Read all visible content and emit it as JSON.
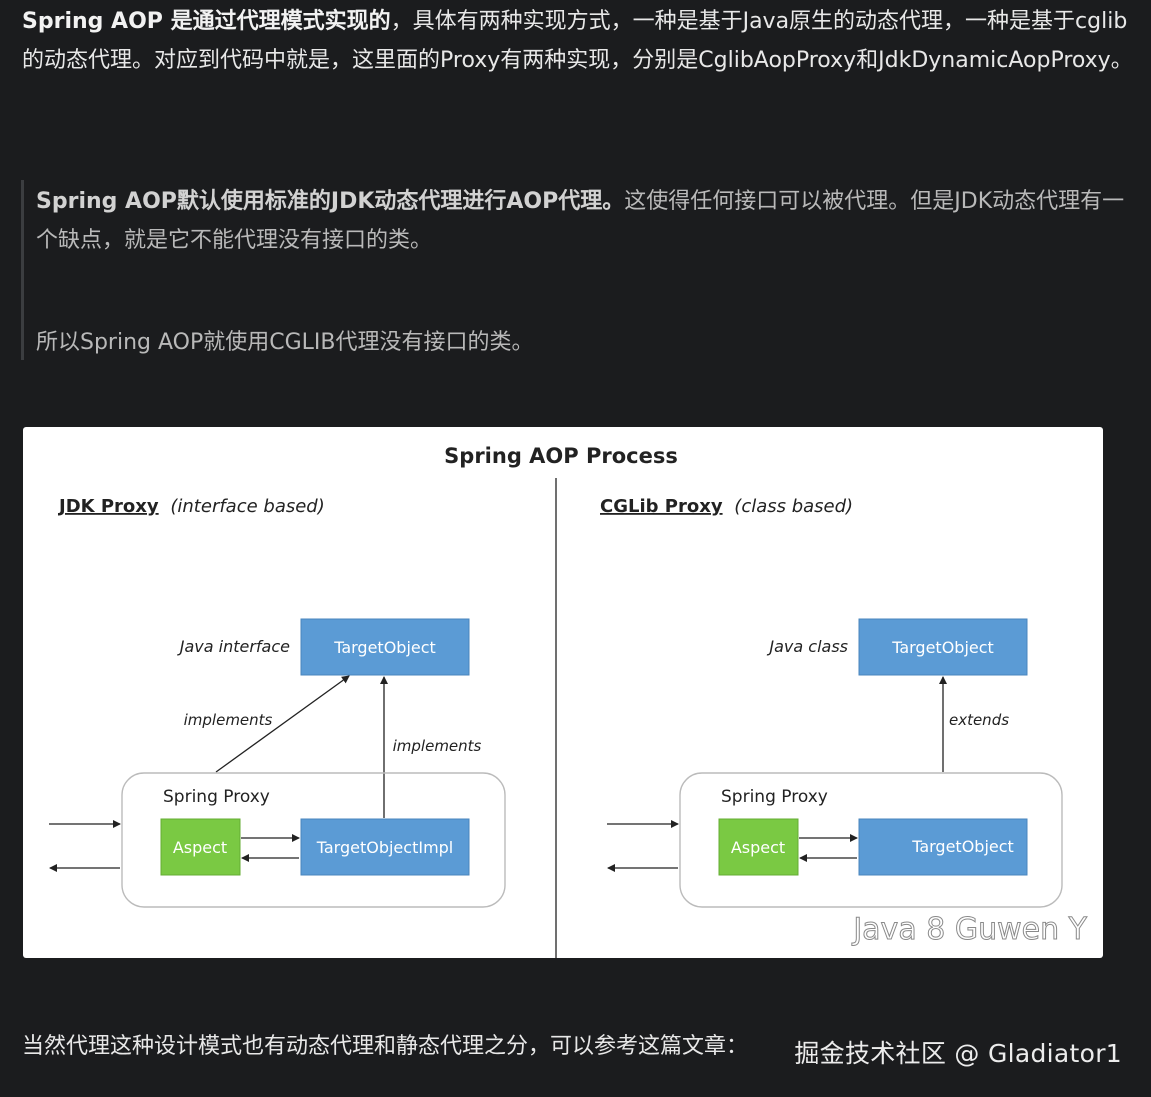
{
  "intro": {
    "bold": "Spring AOP 是通过代理模式实现的",
    "rest": "，具体有两种实现方式，一种是基于Java原生的动态代理，一种是基于cglib的动态代理。对应到代码中就是，这里面的Proxy有两种实现，分别是CglibAopProxy和JdkDynamicAopProxy。"
  },
  "quote": {
    "bold": "Spring AOP默认使用标准的JDK动态代理进行AOP代理。",
    "rest": "这使得任何接口可以被代理。但是JDK动态代理有一个缺点，就是它不能代理没有接口的类。",
    "second": "所以Spring AOP就使用CGLIB代理没有接口的类。"
  },
  "diagram": {
    "title": "Spring AOP Process",
    "left": {
      "heading": "JDK Proxy",
      "subheading": "(interface based)",
      "interface_label": "Java interface",
      "target_box": "TargetObject",
      "arrow_label_diag": "implements",
      "arrow_label_vert": "implements",
      "proxy_label": "Spring Proxy",
      "aspect_box": "Aspect",
      "impl_box": "TargetObjectImpl"
    },
    "right": {
      "heading": "CGLib Proxy",
      "subheading": "(class based)",
      "class_label": "Java class",
      "target_box": "TargetObject",
      "arrow_label": "extends",
      "proxy_label": "Spring Proxy",
      "aspect_box": "Aspect",
      "inner_box": "TargetObject"
    },
    "watermark": "Java 8 Guwen Y",
    "colors": {
      "blue_box": "#5b9bd5",
      "green_box": "#7ac943",
      "line": "#222222"
    }
  },
  "outro": "当然代理这种设计模式也有动态代理和静态代理之分，可以参考这篇文章：",
  "site_watermark": "掘金技术社区 @ Gladiator1"
}
